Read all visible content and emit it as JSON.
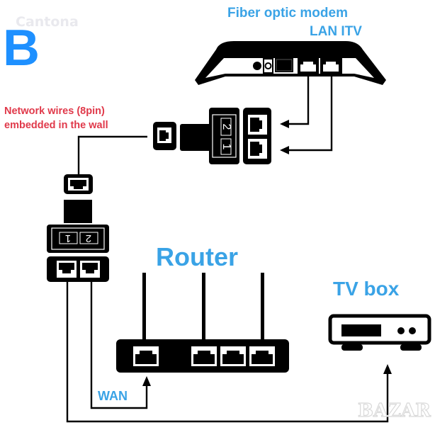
{
  "badge": {
    "letter": "B",
    "color": "#1e90ff"
  },
  "watermarks": {
    "top_left": "Cantona",
    "bottom_right": "BAZAR"
  },
  "labels": {
    "modem_title": "Fiber optic modem",
    "modem_subtitle": "LAN ITV",
    "wall_wires_line1": "Network wires (8pin)",
    "wall_wires_line2": "embedded in the wall",
    "router": "Router",
    "tv_box": "TV box",
    "wan": "WAN"
  },
  "splitter_top": {
    "port_numbers": [
      "2",
      "1"
    ]
  },
  "splitter_left": {
    "port_numbers": [
      "1",
      "2"
    ]
  },
  "colors": {
    "label_blue": "#3aa3e6",
    "label_red": "#e0394a",
    "device": "#000000"
  }
}
